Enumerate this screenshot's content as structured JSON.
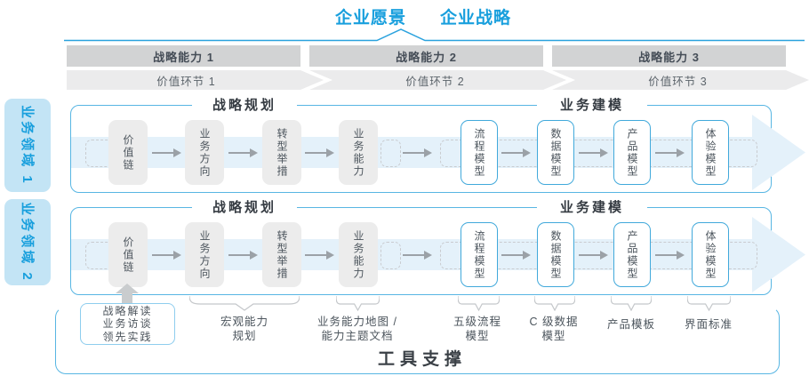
{
  "title": {
    "vision": "企业愿景",
    "strategy": "企业战略"
  },
  "strategy_capabilities": [
    "战略能力 1",
    "战略能力 2",
    "战略能力 3"
  ],
  "value_links": [
    "价值环节 1",
    "价值环节 2",
    "价值环节 3"
  ],
  "business_domains": [
    "业务领域 1",
    "业务领域 2"
  ],
  "rows": [
    {
      "planning_title": "战略规划",
      "modeling_title": "业务建模",
      "planning_boxes": [
        "价值链",
        "业务方向",
        "转型举措",
        "业务能力"
      ],
      "modeling_boxes": [
        "流程模型",
        "数据模型",
        "产品模型",
        "体验模型"
      ]
    },
    {
      "planning_title": "战略规划",
      "modeling_title": "业务建模",
      "planning_boxes": [
        "价值链",
        "业务方向",
        "转型举措",
        "业务能力"
      ],
      "modeling_boxes": [
        "流程模型",
        "数据模型",
        "产品模型",
        "体验模型"
      ]
    }
  ],
  "tools": {
    "title": "工具支撑",
    "practice_box": [
      "战略解读",
      "业务访谈",
      "领先实践"
    ],
    "annotations": [
      {
        "lines": [
          "宏观能力",
          "规划"
        ]
      },
      {
        "lines": [
          "业务能力地图 /",
          "能力主题文档"
        ]
      },
      {
        "lines": [
          "五级流程",
          "模型"
        ]
      },
      {
        "lines": [
          "C 级数据",
          "模型"
        ]
      },
      {
        "lines": [
          "产品模板"
        ]
      },
      {
        "lines": [
          "界面标准"
        ]
      }
    ]
  },
  "colors": {
    "accent": "#189fdd",
    "container_border": "#58b6e3",
    "band_blue": "#e4f1fa",
    "capability_band_gray": "#d2d3d4",
    "chevron_gray": "#ebebec",
    "box_gray": "#ececec",
    "dark_text": "#3a4046",
    "arrow_gray": "#9ba1a7"
  }
}
